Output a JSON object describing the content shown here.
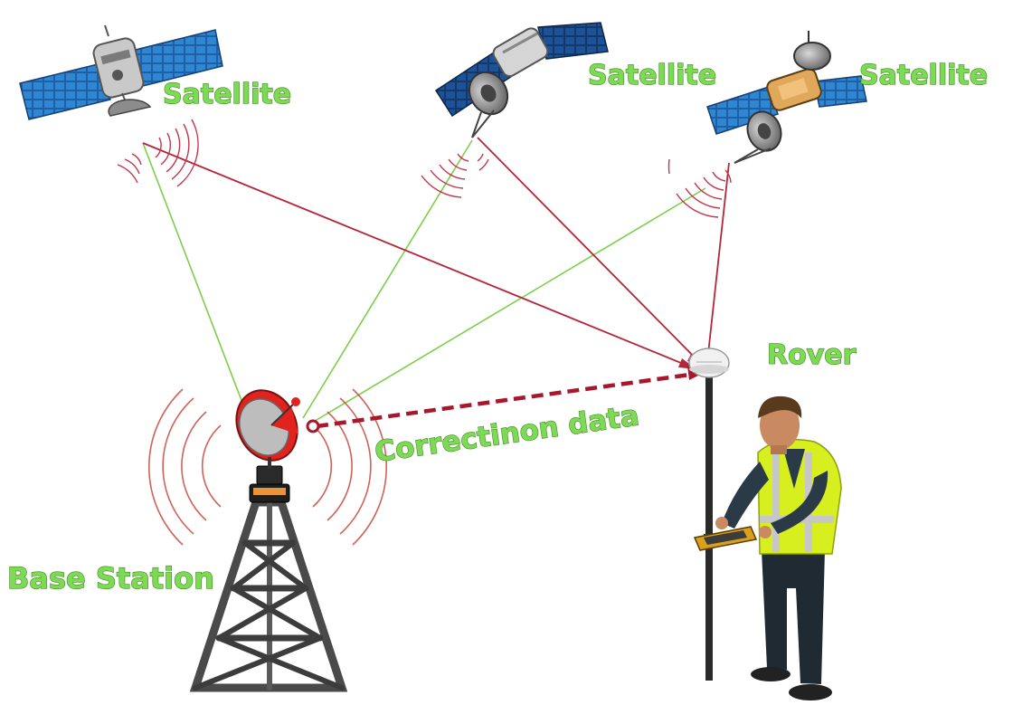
{
  "labels": {
    "satellite_1": "Satellite",
    "satellite_2": "Satellite",
    "satellite_3": "Satellite",
    "rover": "Rover",
    "base_station": "Base Station",
    "correction": "Correctinon data"
  },
  "colors": {
    "label_fill": "#7ed957",
    "label_stroke": "#3f8c1e",
    "signal_red": "#b5263a",
    "signal_green": "#7ccf4a",
    "correction_dash": "#a8182c",
    "solar_panel": "#1f5fa8",
    "vest": "#d7ef1f"
  },
  "icons": [
    "satellite-icon",
    "radio-tower-icon",
    "dish-antenna-icon",
    "gnss-receiver-icon",
    "surveyor-figure-icon"
  ]
}
